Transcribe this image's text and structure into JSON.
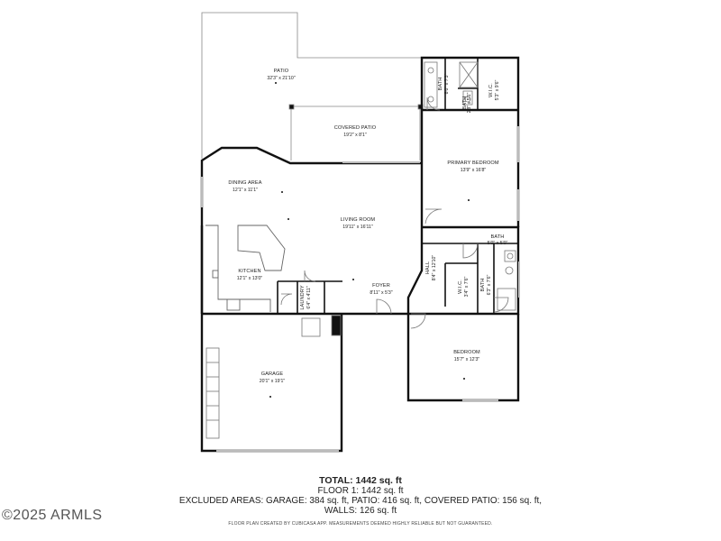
{
  "rooms": {
    "patio": {
      "name": "PATIO",
      "dim": "32'3\" x 21'10\""
    },
    "covered_patio": {
      "name": "COVERED PATIO",
      "dim": "19'2\" x 8'1\""
    },
    "dining": {
      "name": "DINING AREA",
      "dim": "12'1\" x 11'1\""
    },
    "living": {
      "name": "LIVING ROOM",
      "dim": "19'11\" x 16'11\""
    },
    "kitchen": {
      "name": "KITCHEN",
      "dim": "12'1\" x 13'0\""
    },
    "laundry": {
      "name": "LAUNDRY",
      "dim": "6'4\" x 4'11\""
    },
    "foyer": {
      "name": "FOYER",
      "dim": "8'11\" x 5'3\""
    },
    "primary": {
      "name": "PRIMARY BEDROOM",
      "dim": "13'9\" x 16'8\""
    },
    "bath1": {
      "name": "BATH",
      "dim": "8'0\" x 7'3\""
    },
    "bath2": {
      "name": "BATH",
      "dim": "2'8\" x 5'1\""
    },
    "wic1": {
      "name": "W.I.C.",
      "dim": "5'3\" x 9'6\""
    },
    "hall": {
      "name": "HALL",
      "dim": "8'4\" x 12'10\""
    },
    "bath3": {
      "name": "BATH",
      "dim": "5'0\" x 5'0\""
    },
    "wic2": {
      "name": "W.I.C.",
      "dim": "3'4\" x 7'6\""
    },
    "bath4": {
      "name": "BATH",
      "dim": "6'3\" x 7'6\""
    },
    "bedroom": {
      "name": "BEDROOM",
      "dim": "15'7\" x 12'3\""
    },
    "garage": {
      "name": "GARAGE",
      "dim": "20'1\" x 19'1\""
    }
  },
  "summary": {
    "total": "TOTAL: 1442 sq. ft",
    "floor": "FLOOR 1: 1442 sq. ft",
    "excluded": "EXCLUDED AREAS: GARAGE: 384 sq. ft, PATIO: 416 sq. ft, COVERED PATIO: 156 sq. ft,",
    "walls": "WALLS: 126 sq. ft"
  },
  "disclaimer": "FLOOR PLAN CREATED BY CUBICASA APP. MEASUREMENTS DEEMED HIGHLY RELIABLE BUT NOT GUARANTEED.",
  "watermark": "©2025 ARMLS",
  "colors": {
    "wall": "#111111",
    "thin": "#777777",
    "window": "#bbbbbb"
  }
}
